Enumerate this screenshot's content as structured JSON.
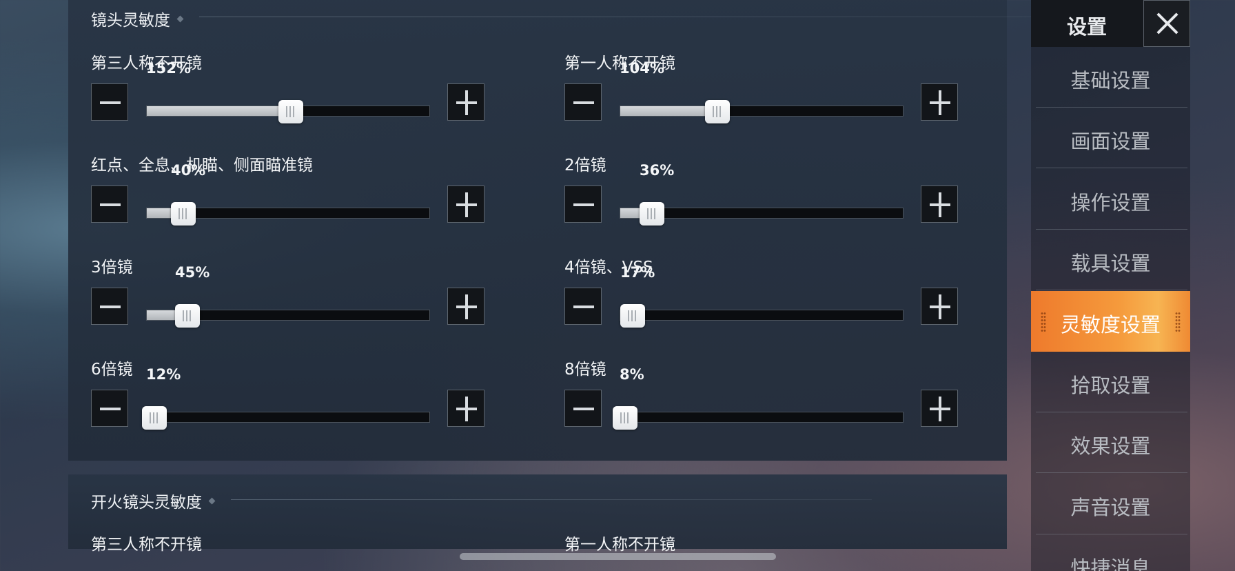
{
  "colors": {
    "accent": "#f28a34",
    "panel_bg": "#242f3d",
    "track_fill": "#c4c7ca",
    "track_bg": "#0b0d10",
    "nav_text": "#b8bcc2"
  },
  "icons": {
    "minus": "minus-icon",
    "plus": "plus-icon",
    "close": "close-icon"
  },
  "section1": {
    "title": "镜头灵敏度",
    "settings": [
      {
        "label": "第三人称不开镜",
        "value_text": "152%",
        "fraction": 0.51
      },
      {
        "label": "第一人称不开镜",
        "value_text": "104%",
        "fraction": 0.345
      },
      {
        "label": "红点、全息、机瞄、侧面瞄准镜",
        "value_text": "40%",
        "fraction": 0.13
      },
      {
        "label": "2倍镜",
        "value_text": "36%",
        "fraction": 0.114
      },
      {
        "label": "3倍镜",
        "value_text": "45%",
        "fraction": 0.145
      },
      {
        "label": "4倍镜、VSS",
        "value_text": "17%",
        "fraction": 0.047
      },
      {
        "label": "6倍镜",
        "value_text": "12%",
        "fraction": 0.028
      },
      {
        "label": "8倍镜",
        "value_text": "8%",
        "fraction": 0.02
      }
    ]
  },
  "section2": {
    "title": "开火镜头灵敏度",
    "settings": [
      {
        "label": "第三人称不开镜"
      },
      {
        "label": "第一人称不开镜"
      }
    ]
  },
  "sidebar": {
    "title": "设置",
    "active_index": 4,
    "items": [
      {
        "label": "基础设置"
      },
      {
        "label": "画面设置"
      },
      {
        "label": "操作设置"
      },
      {
        "label": "载具设置"
      },
      {
        "label": "灵敏度设置"
      },
      {
        "label": "拾取设置"
      },
      {
        "label": "效果设置"
      },
      {
        "label": "声音设置"
      },
      {
        "label": "快捷消息"
      }
    ]
  }
}
